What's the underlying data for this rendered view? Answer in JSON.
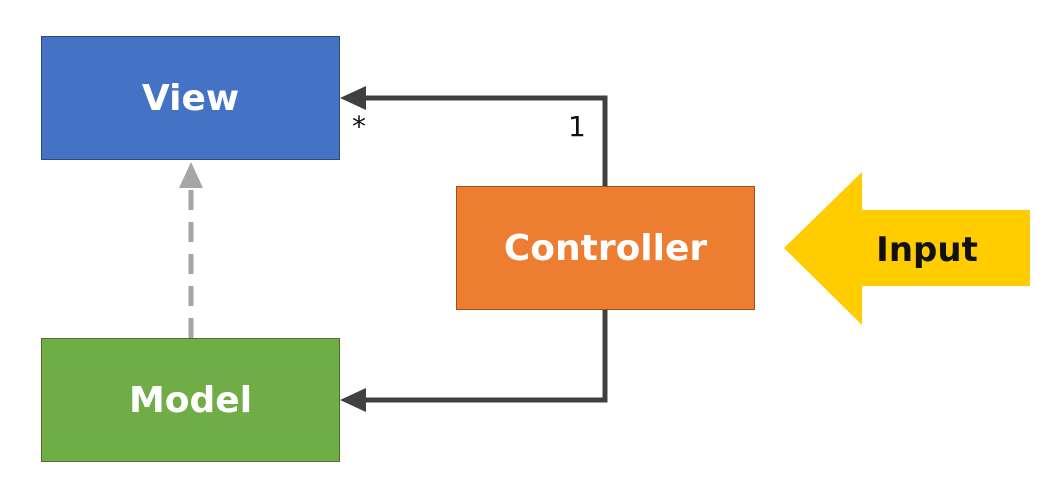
{
  "nodes": {
    "view": {
      "label": "View",
      "color": "#4472C4"
    },
    "model": {
      "label": "Model",
      "color": "#70AD47"
    },
    "controller": {
      "label": "Controller",
      "color": "#ED7D31"
    }
  },
  "input": {
    "label": "Input",
    "color": "#FFCC00"
  },
  "multiplicity": {
    "view_end": "*",
    "controller_end": "1"
  },
  "colors": {
    "arrow": "#404040",
    "dashed": "#A6A6A6"
  }
}
